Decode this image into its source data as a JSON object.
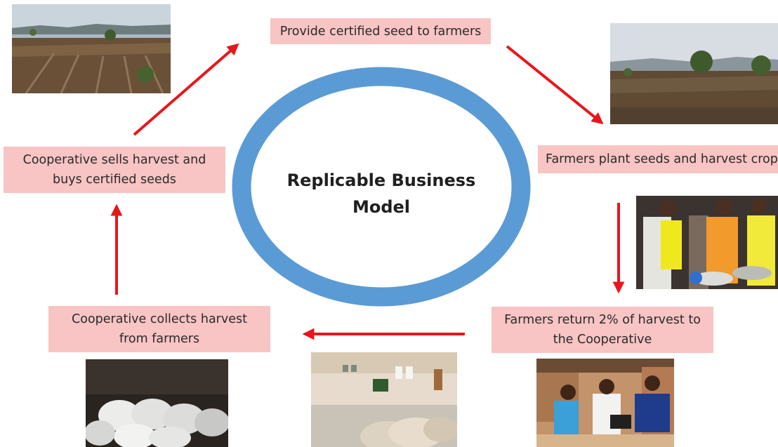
{
  "center": {
    "title": "Replicable Business\nModel"
  },
  "steps": {
    "provide": "Provide certified seed to farmers",
    "plant": "Farmers plant seeds and harvest crops",
    "return": "Farmers return 2% of harvest to\nthe Cooperative",
    "collect": "Cooperative collects harvest\nfrom farmers",
    "sells": "Cooperative sells harvest and\nbuys certified seeds"
  },
  "colors": {
    "box_fill": "#f8c4c4",
    "arrow": "#e8161b",
    "ring": "#5b9bd5"
  }
}
